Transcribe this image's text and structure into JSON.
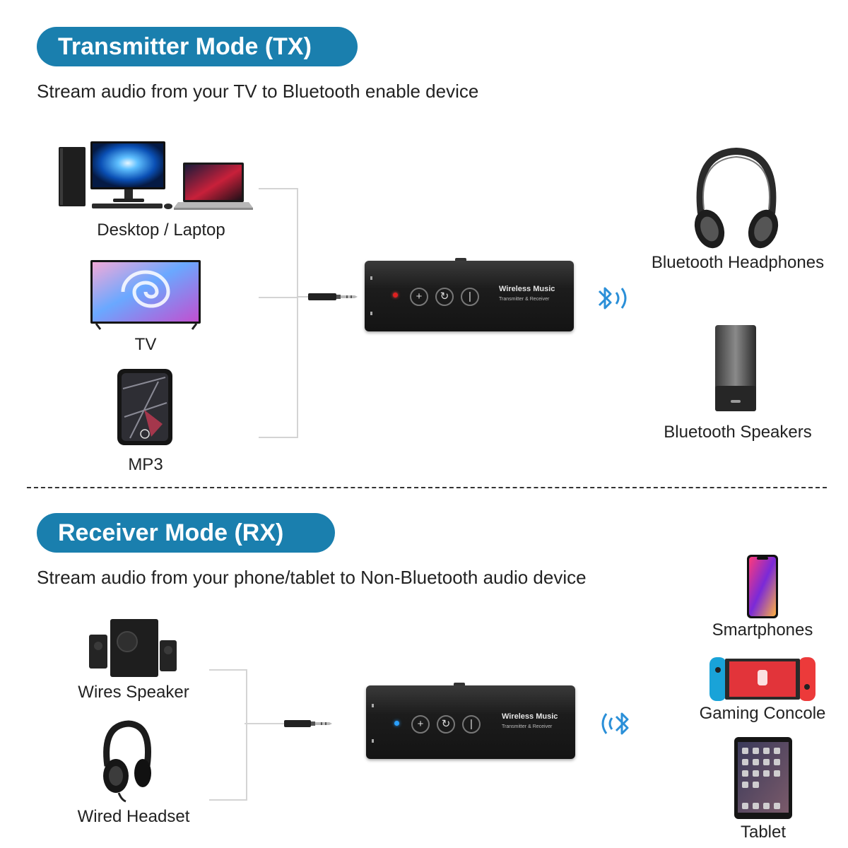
{
  "tx": {
    "title": "Transmitter Mode (TX)",
    "subtitle": "Stream audio from your TV to Bluetooth enable device",
    "sources": [
      "Desktop / Laptop",
      "TV",
      "MP3"
    ],
    "targets": [
      "Bluetooth Headphones",
      "Bluetooth Speakers"
    ]
  },
  "rx": {
    "title": "Receiver Mode (RX)",
    "subtitle": "Stream audio from your phone/tablet to Non-Bluetooth audio device",
    "outputs": [
      "Wires Speaker",
      "Wired Headset"
    ],
    "sources": [
      "Smartphones",
      "Gaming Concole",
      "Tablet"
    ]
  },
  "device": {
    "brand": "Wireless Music",
    "model": "Transmitter & Receiver"
  },
  "colors": {
    "accent": "#1a7fae",
    "bluetooth": "#2a8fd8",
    "led_tx": "#e02020",
    "led_rx": "#2aa0ff"
  },
  "icons": {
    "tx_wave": "bluetooth-waves-out-icon",
    "rx_wave": "bluetooth-waves-in-icon"
  }
}
